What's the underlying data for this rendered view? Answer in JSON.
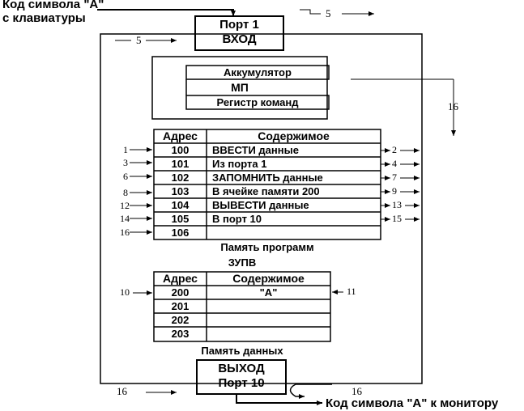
{
  "keyboard_input": {
    "line1": "Код символа \"А\"",
    "line2": "с клавиатуры"
  },
  "port_in": {
    "line1": "Порт 1",
    "line2": "ВХОД"
  },
  "cpu": {
    "accumulator": "Аккумулятор",
    "label": "МП",
    "instruction_register": "Регистр команд"
  },
  "program_memory": {
    "title": "Память программ",
    "headers": {
      "address": "Адрес",
      "content": "Содержимое"
    },
    "rows": [
      {
        "address": "100",
        "content": "ВВЕСТИ данные",
        "in_step": "1",
        "out_step": "2"
      },
      {
        "address": "101",
        "content": "Из порта 1",
        "in_step": "3",
        "out_step": "4"
      },
      {
        "address": "102",
        "content": "ЗАПОМНИТЬ данные",
        "in_step": "6",
        "out_step": "7"
      },
      {
        "address": "103",
        "content": "В ячейке памяти 200",
        "in_step": "8",
        "out_step": "9"
      },
      {
        "address": "104",
        "content": "ВЫВЕСТИ данные",
        "in_step": "12",
        "out_step": "13"
      },
      {
        "address": "105",
        "content": "В порт 10",
        "in_step": "14",
        "out_step": "15"
      },
      {
        "address": "106",
        "content": "",
        "in_step": "16",
        "out_step": ""
      }
    ]
  },
  "data_memory": {
    "title": "Память данных",
    "ram_label": "ЗУПВ",
    "headers": {
      "address": "Адрес",
      "content": "Содержимое"
    },
    "rows": [
      {
        "address": "200",
        "content": "\"А\""
      },
      {
        "address": "201",
        "content": ""
      },
      {
        "address": "202",
        "content": ""
      },
      {
        "address": "203",
        "content": ""
      }
    ],
    "in_step": "10",
    "out_step": "11"
  },
  "port_out": {
    "line1": "ВЫХОД",
    "line2": "Порт 10"
  },
  "monitor_output": "Код символа \"А\" к монитору",
  "step_labels": {
    "top_right": "5",
    "left_port": "5",
    "cpu_right": "16",
    "bottom_left": "16",
    "bottom_right": "16"
  }
}
